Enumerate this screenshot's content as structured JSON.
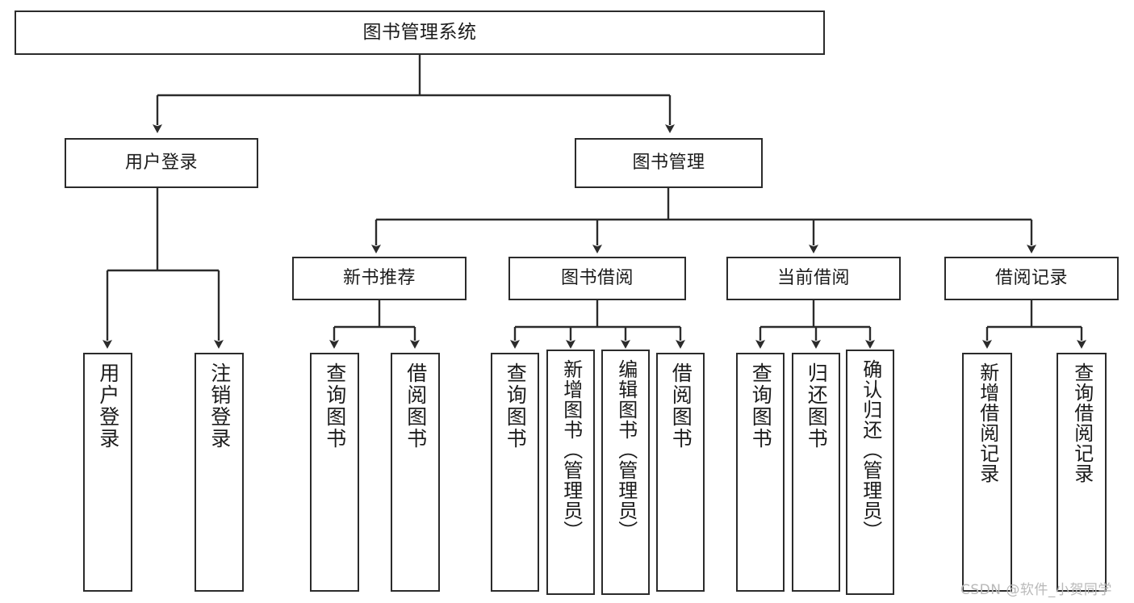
{
  "diagram": {
    "title": "图书管理系统",
    "type": "tree-hierarchy-chart",
    "watermark": "CSDN @软件_小贺同学",
    "line_color": "#2b2b2b",
    "text_color": "#1b1b1b",
    "background": "#ffffff"
  },
  "nodes": {
    "root": {
      "label": "图书管理系统"
    },
    "level2": [
      {
        "label": "用户登录"
      },
      {
        "label": "图书管理"
      }
    ],
    "level3": [
      {
        "label": "新书推荐"
      },
      {
        "label": "图书借阅"
      },
      {
        "label": "当前借阅"
      },
      {
        "label": "借阅记录"
      }
    ],
    "leaves": {
      "user_login": [
        {
          "label": "用户登录"
        },
        {
          "label": "注销登录"
        }
      ],
      "new_book_recommend": [
        {
          "label": "查询图书"
        },
        {
          "label": "借阅图书"
        }
      ],
      "book_borrow": [
        {
          "label": "查询图书"
        },
        {
          "label": "新增图书（管理员）"
        },
        {
          "label": "编辑图书（管理员）"
        },
        {
          "label": "借阅图书"
        }
      ],
      "current_borrow": [
        {
          "label": "查询图书"
        },
        {
          "label": "归还图书"
        },
        {
          "label": "确认归还（管理员）"
        }
      ],
      "borrow_records": [
        {
          "label": "新增借阅记录"
        },
        {
          "label": "查询借阅记录"
        }
      ]
    }
  }
}
